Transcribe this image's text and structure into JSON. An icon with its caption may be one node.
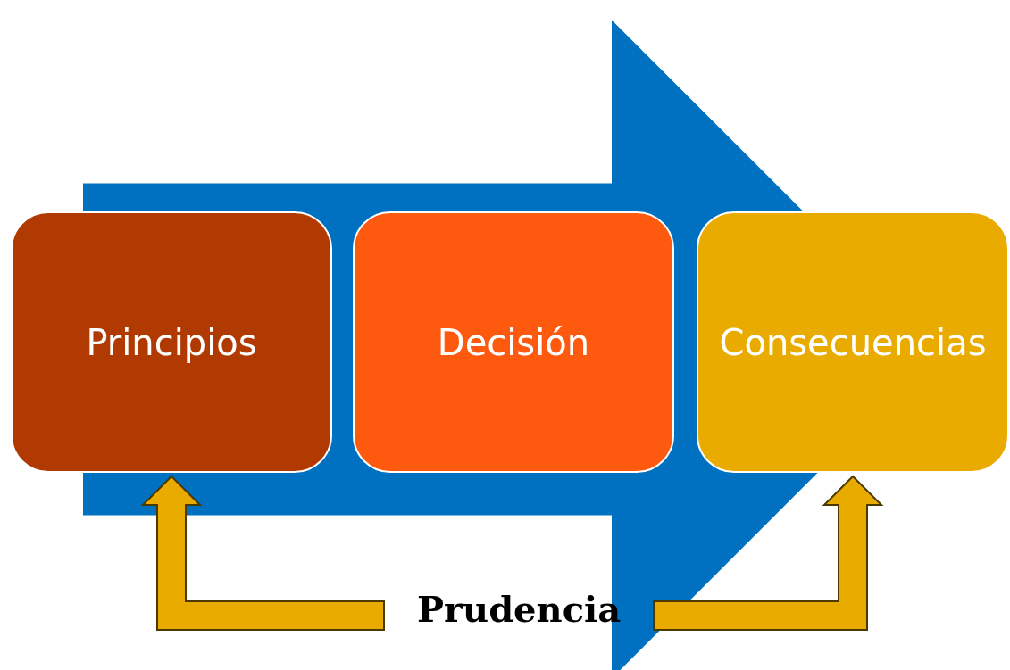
{
  "diagram": {
    "nodes": [
      {
        "text": [
          "Principios"
        ]
      },
      {
        "text": [
          "Decisión"
        ]
      },
      {
        "text": [
          "Consecuencias"
        ]
      },
      {
        "text": [
          "Prudencia"
        ]
      }
    ],
    "edges": [
      {
        "from": 3,
        "to": 0,
        "arrow": "to",
        "style": "thick"
      },
      {
        "from": 3,
        "to": 2,
        "arrow": "to",
        "style": "thick"
      },
      {
        "from": 0,
        "to": 2,
        "arrow": "to",
        "style": "thick",
        "color": "#0070c0"
      }
    ]
  }
}
